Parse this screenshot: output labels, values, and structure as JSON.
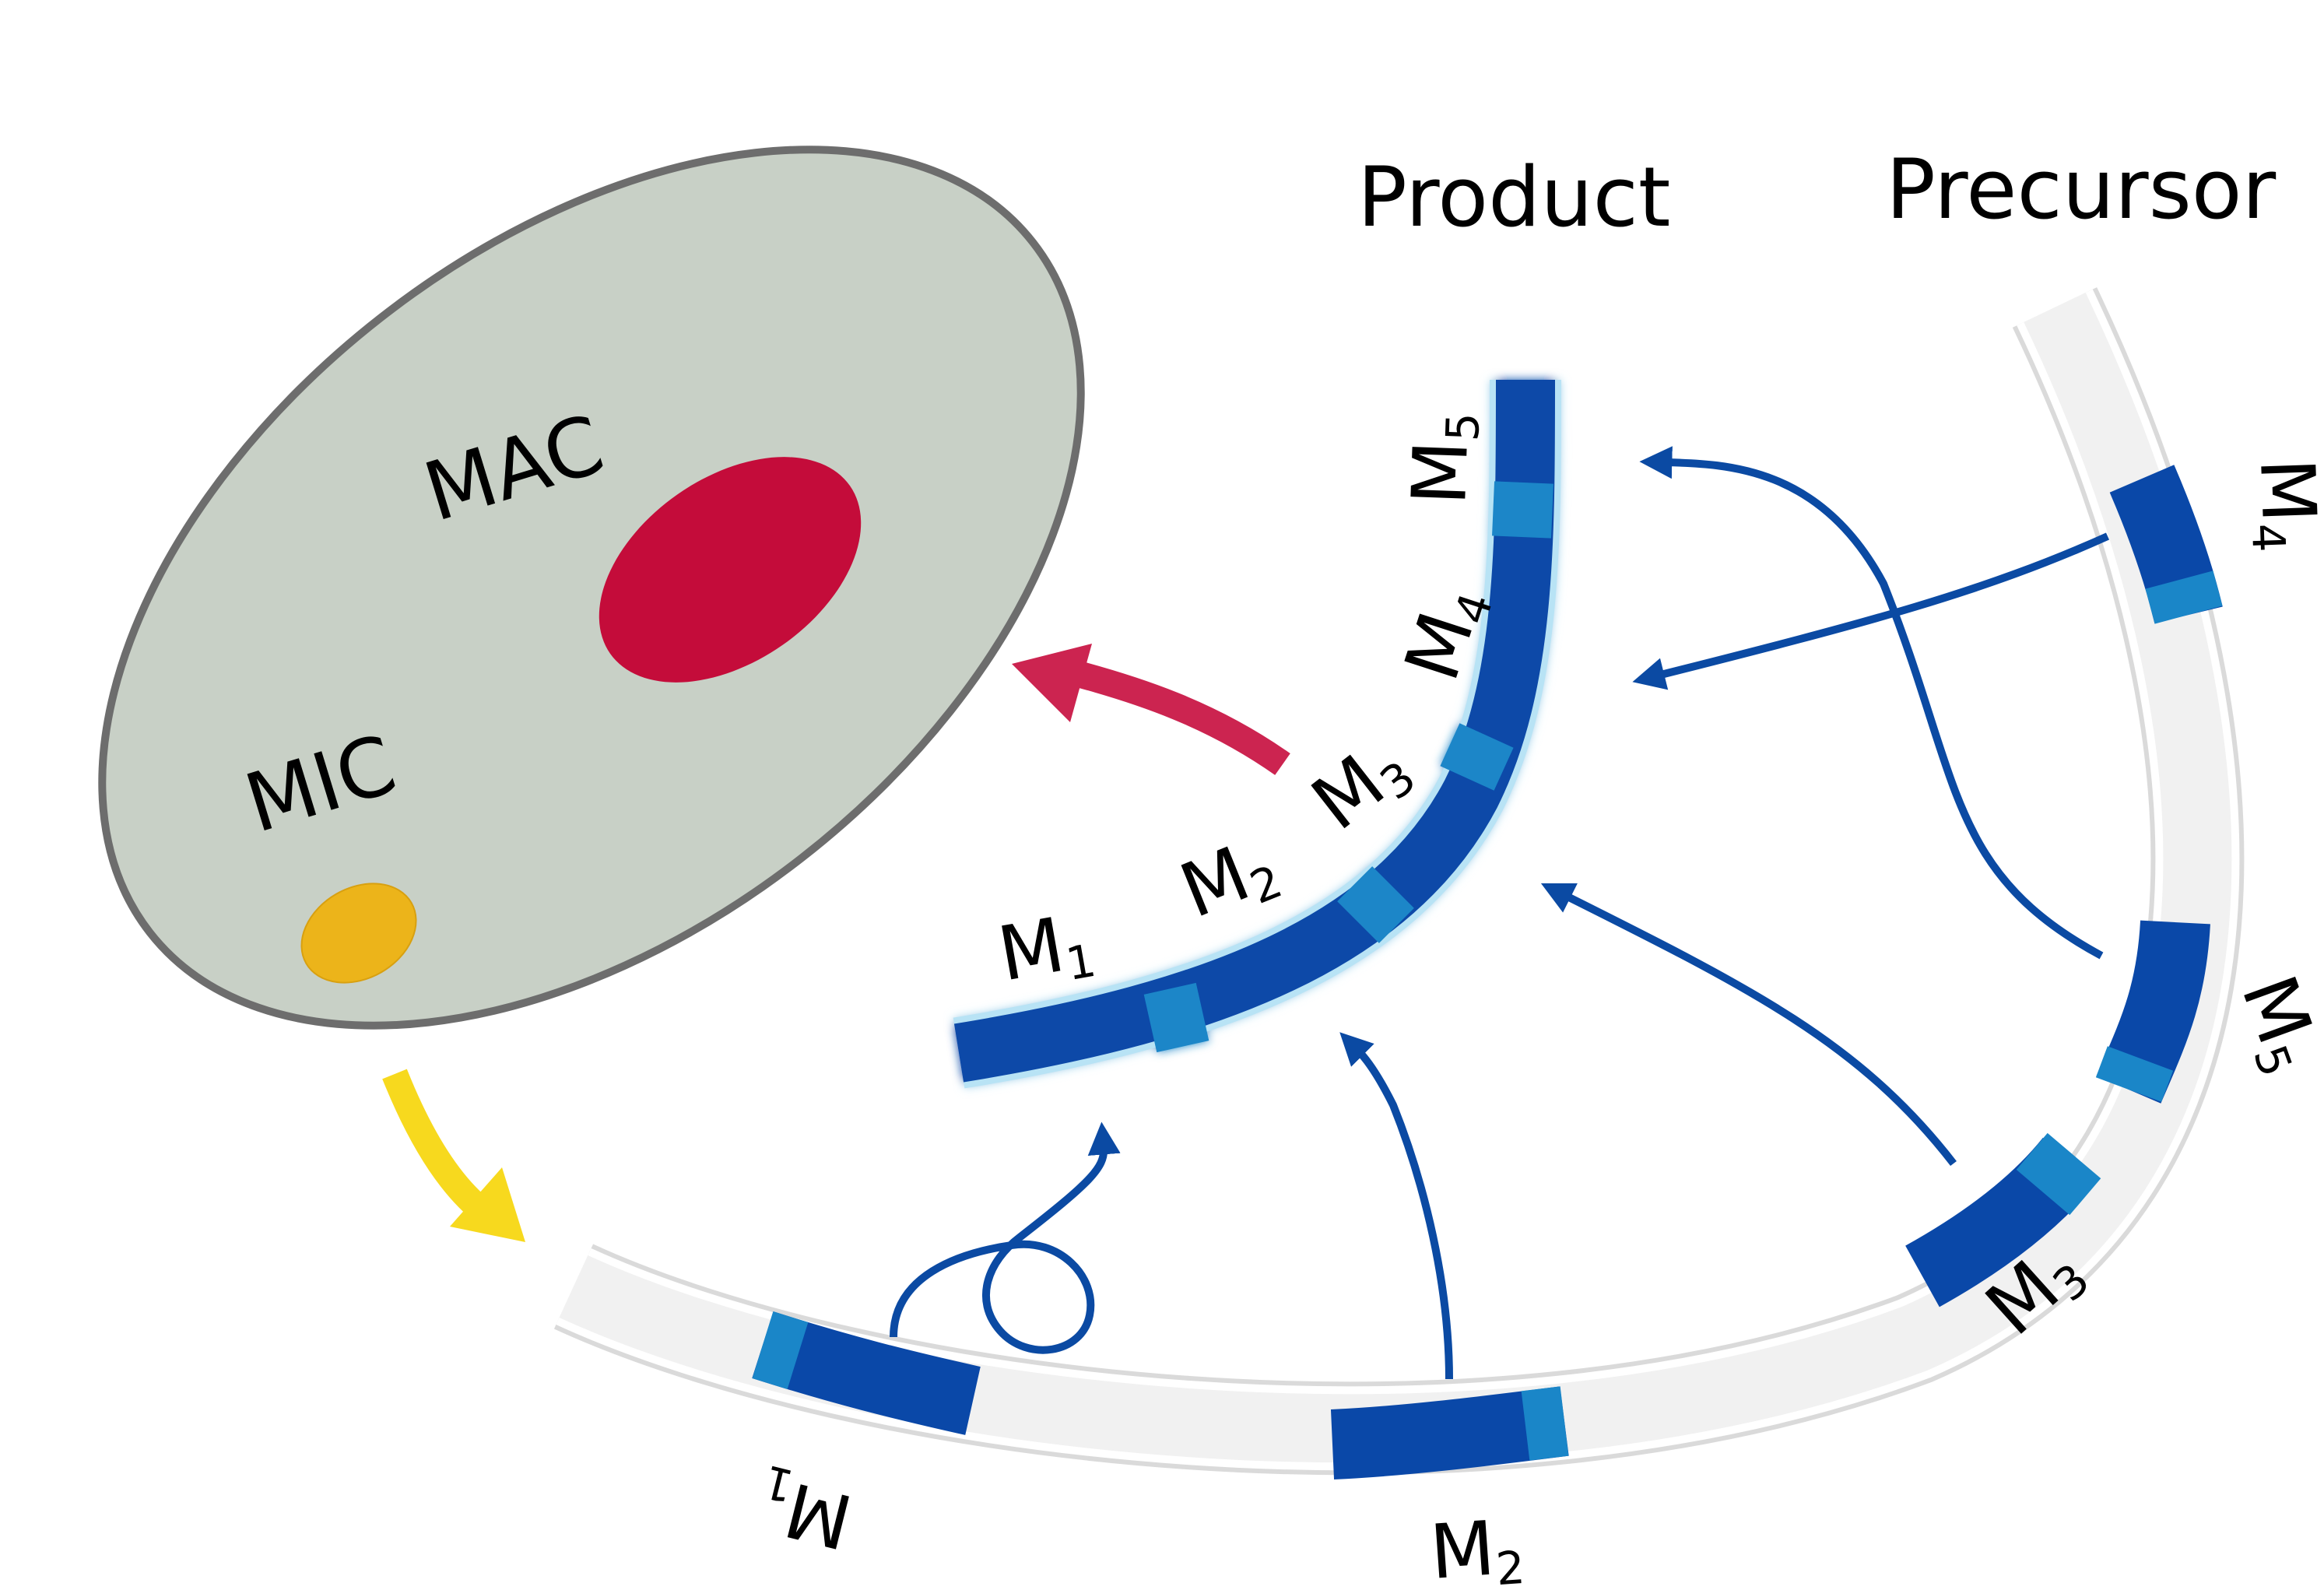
{
  "cell": {
    "mac_label": "MAC",
    "mic_label": "MIC"
  },
  "product": {
    "title": "Product",
    "segments": [
      {
        "base": "M",
        "sub": "1"
      },
      {
        "base": "M",
        "sub": "2"
      },
      {
        "base": "M",
        "sub": "3"
      },
      {
        "base": "M",
        "sub": "4"
      },
      {
        "base": "M",
        "sub": "5"
      }
    ]
  },
  "precursor": {
    "title": "Precursor",
    "segments": [
      {
        "base": "M",
        "sub": "1"
      },
      {
        "base": "M",
        "sub": "2"
      },
      {
        "base": "M",
        "sub": "3"
      },
      {
        "base": "M",
        "sub": "5"
      },
      {
        "base": "M",
        "sub": "4"
      }
    ]
  },
  "colors": {
    "cell_fill": "#c8d0c6",
    "cell_stroke": "#6d6d6d",
    "macronucleus": "#c40c3a",
    "micronucleus": "#ecb41a",
    "segment_dark": "#0a48a8",
    "segment_light": "#1a86c8",
    "arrow_blue": "#0b4aa3",
    "arrow_red": "#cc2450",
    "arrow_yellow": "#f7d91e"
  }
}
